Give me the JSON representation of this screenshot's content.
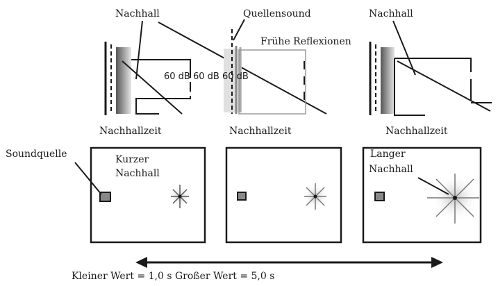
{
  "top": {
    "left": {
      "label_top": "Nachhall",
      "label_bottom": "Nachhallzeit"
    },
    "middle": {
      "label_top": "Quellensound",
      "label_side": "Frühe Reflexionen",
      "label_bottom": "Nachhallzeit",
      "db_labels": "60 dB 60 dB 60 dB"
    },
    "right": {
      "label_top": "Nachhall",
      "label_bottom": "Nachhallzeit"
    }
  },
  "bottom": {
    "source_label": "Soundquelle",
    "short_label_1": "Kurzer",
    "short_label_2": "Nachhall",
    "long_label_1": "Langer",
    "long_label_2": "Nachhall"
  },
  "scale_caption": "Kleiner Wert = 1,0 s Großer Wert = 5,0 s",
  "colors": {
    "ink": "#1a1a1a",
    "gray": "#8a8a8a",
    "light_gray": "#d0d0d0"
  }
}
